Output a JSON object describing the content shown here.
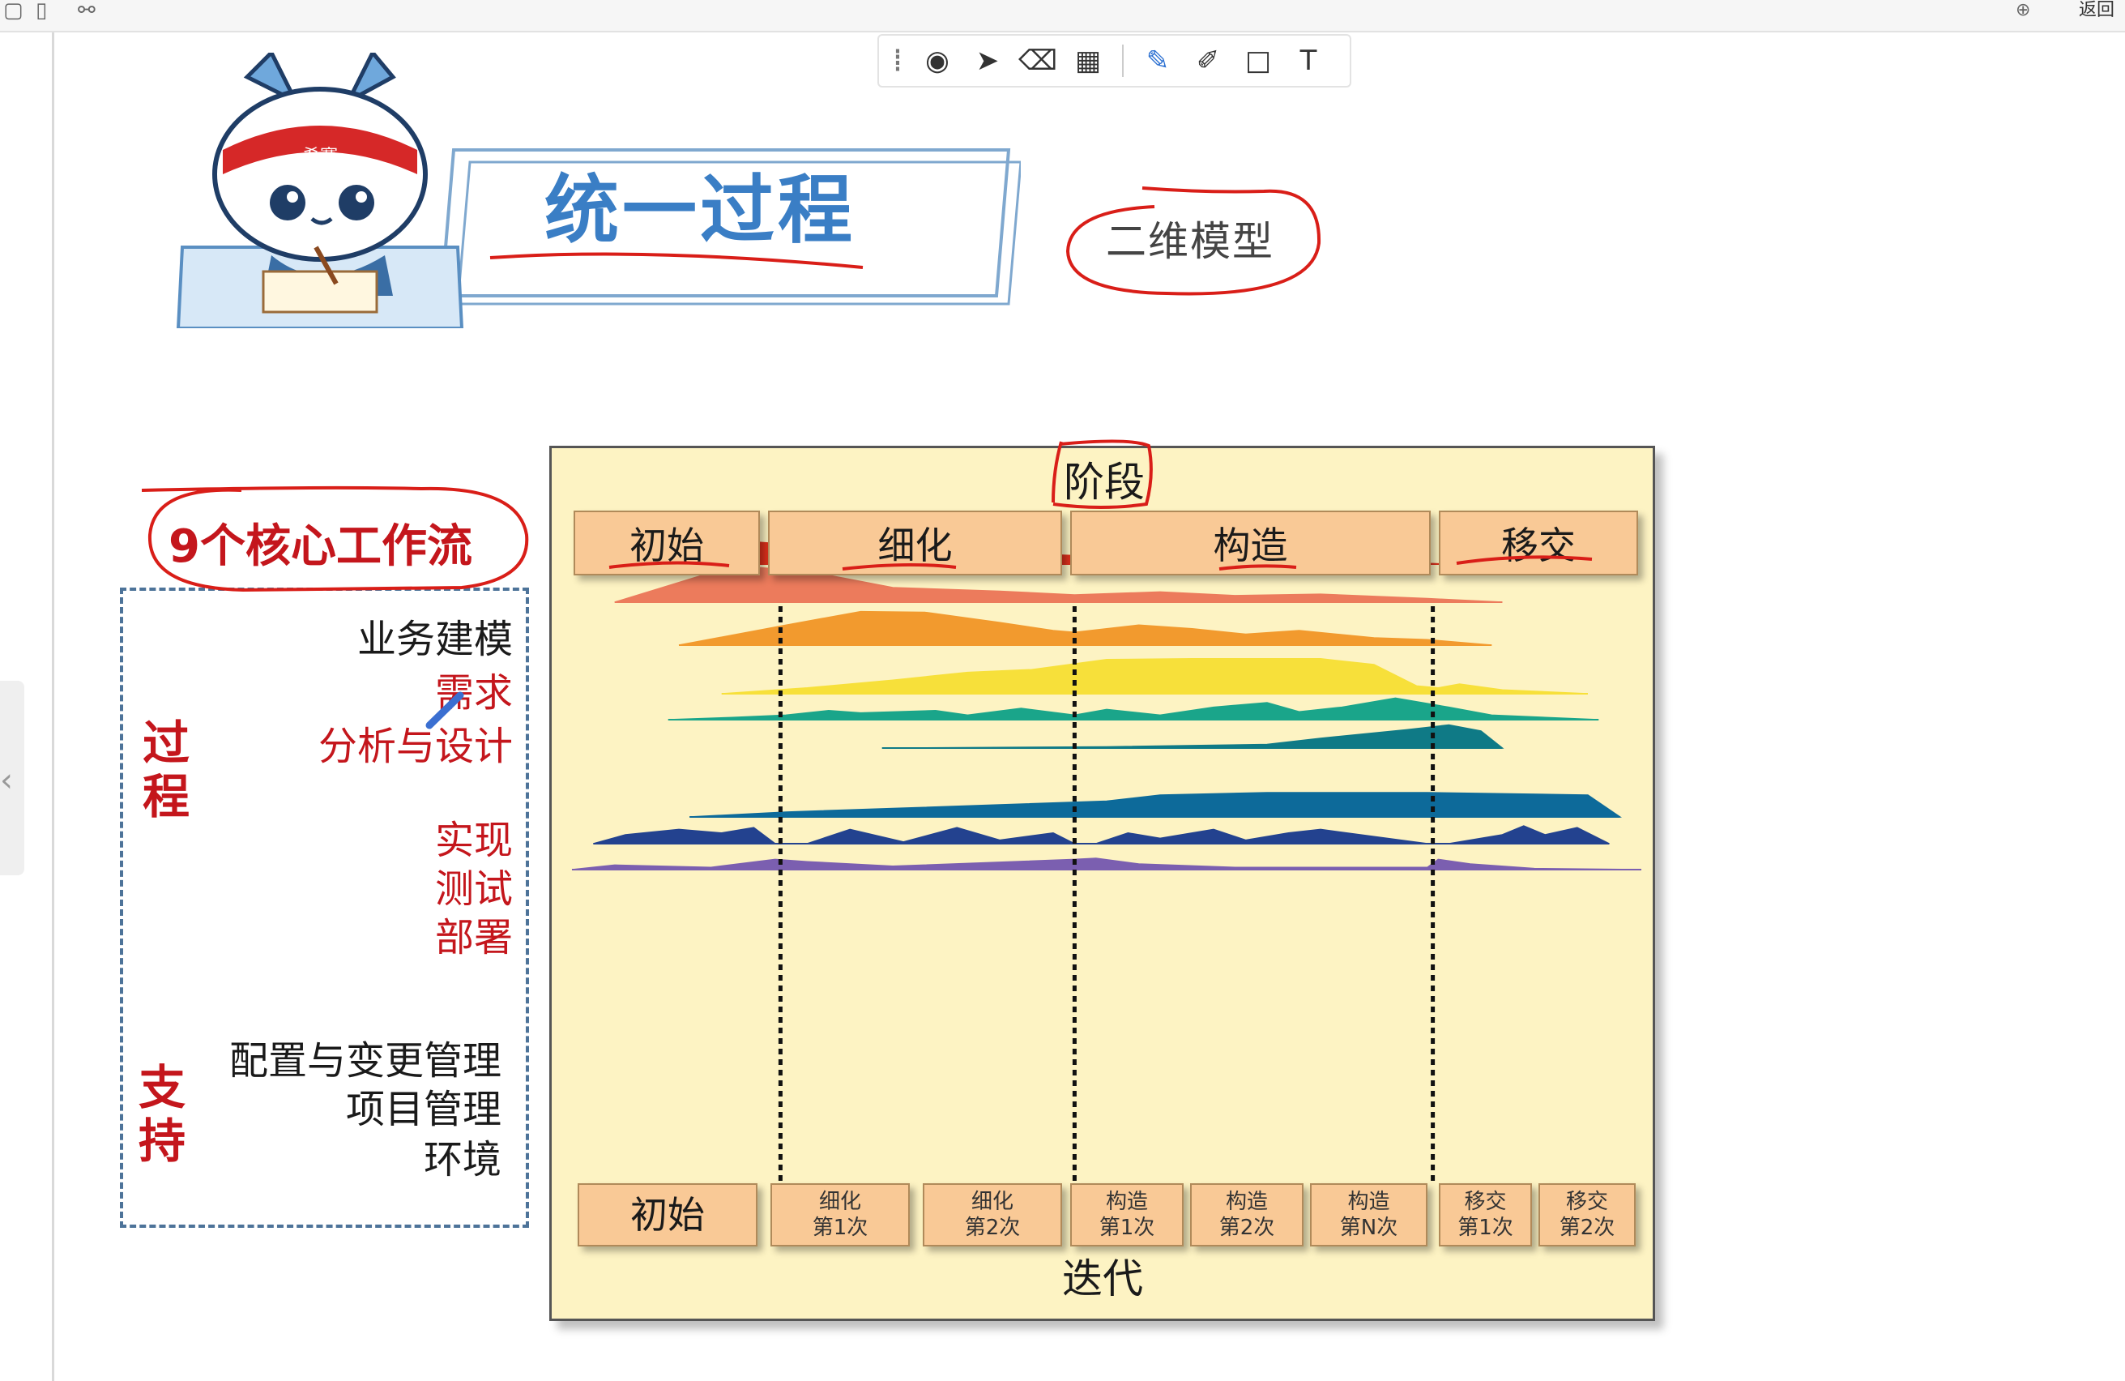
{
  "topbar": {
    "right_text": "返回"
  },
  "toolbar": {
    "tools": [
      "record-icon",
      "pointer-icon",
      "eraser-icon",
      "clear-icon",
      "pen-icon",
      "highlighter-icon",
      "rectangle-icon",
      "text-icon"
    ],
    "text_tool_label": "T"
  },
  "slide": {
    "mascot_band_text": "希赛",
    "title": "统一过程",
    "annotation_note": "二维模型"
  },
  "workflows": {
    "heading": "9个核心工作流",
    "process_label": "过程",
    "support_label": "支持",
    "process_items": [
      "业务建模",
      "需求",
      "分析与设计",
      "实现",
      "测试",
      "部署"
    ],
    "support_items": [
      "配置与变更管理",
      "项目管理",
      "环境"
    ]
  },
  "chart_data": {
    "type": "area",
    "title": "阶段",
    "xlabel": "迭代",
    "phases": [
      "初始",
      "细化",
      "构造",
      "移交"
    ],
    "iterations": [
      {
        "line1": "初始",
        "line2": ""
      },
      {
        "line1": "细化",
        "line2": "第1次"
      },
      {
        "line1": "细化",
        "line2": "第2次"
      },
      {
        "line1": "构造",
        "line2": "第1次"
      },
      {
        "line1": "构造",
        "line2": "第2次"
      },
      {
        "line1": "构造",
        "line2": "第N次"
      },
      {
        "line1": "移交",
        "line2": "第1次"
      },
      {
        "line1": "移交",
        "line2": "第2次"
      }
    ],
    "phase_boundaries": [
      0.195,
      0.47,
      0.805
    ],
    "series_colors": [
      "#e0311c",
      "#ec7b5c",
      "#f29a2e",
      "#f7e03a",
      "#1aa58a",
      "#0f7a86",
      "#0d6a9a",
      "#23428f",
      "#7b5fb0"
    ],
    "series": [
      {
        "name": "业务建模",
        "points": [
          [
            0.03,
            0
          ],
          [
            0.09,
            0.8
          ],
          [
            0.14,
            1.0
          ],
          [
            0.2,
            0.82
          ],
          [
            0.3,
            0.62
          ],
          [
            0.47,
            0.35
          ],
          [
            0.6,
            0.15
          ],
          [
            0.805,
            0.02
          ],
          [
            0.82,
            0
          ]
        ]
      },
      {
        "name": "需求",
        "points": [
          [
            0.04,
            0
          ],
          [
            0.12,
            0.72
          ],
          [
            0.15,
            1.0
          ],
          [
            0.22,
            0.85
          ],
          [
            0.3,
            0.4
          ],
          [
            0.4,
            0.3
          ],
          [
            0.47,
            0.2
          ],
          [
            0.55,
            0.28
          ],
          [
            0.62,
            0.18
          ],
          [
            0.7,
            0.22
          ],
          [
            0.8,
            0.1
          ],
          [
            0.87,
            0
          ]
        ]
      },
      {
        "name": "分析与设计",
        "points": [
          [
            0.1,
            0
          ],
          [
            0.2,
            0.55
          ],
          [
            0.27,
            0.92
          ],
          [
            0.33,
            0.9
          ],
          [
            0.4,
            0.62
          ],
          [
            0.45,
            0.4
          ],
          [
            0.47,
            0.35
          ],
          [
            0.53,
            0.55
          ],
          [
            0.58,
            0.45
          ],
          [
            0.63,
            0.3
          ],
          [
            0.68,
            0.4
          ],
          [
            0.75,
            0.2
          ],
          [
            0.8,
            0.15
          ],
          [
            0.86,
            0
          ]
        ]
      },
      {
        "name": "实现",
        "points": [
          [
            0.14,
            0
          ],
          [
            0.22,
            0.15
          ],
          [
            0.3,
            0.35
          ],
          [
            0.37,
            0.55
          ],
          [
            0.43,
            0.62
          ],
          [
            0.5,
            0.88
          ],
          [
            0.58,
            0.9
          ],
          [
            0.7,
            0.9
          ],
          [
            0.75,
            0.75
          ],
          [
            0.79,
            0.2
          ],
          [
            0.81,
            0.15
          ],
          [
            0.83,
            0.25
          ],
          [
            0.87,
            0.1
          ],
          [
            0.95,
            0
          ]
        ]
      },
      {
        "name": "测试",
        "points": [
          [
            0.09,
            0
          ],
          [
            0.15,
            0.1
          ],
          [
            0.2,
            0.2
          ],
          [
            0.24,
            0.4
          ],
          [
            0.27,
            0.3
          ],
          [
            0.34,
            0.4
          ],
          [
            0.37,
            0.2
          ],
          [
            0.42,
            0.5
          ],
          [
            0.47,
            0.2
          ],
          [
            0.5,
            0.45
          ],
          [
            0.55,
            0.2
          ],
          [
            0.6,
            0.55
          ],
          [
            0.65,
            0.75
          ],
          [
            0.68,
            0.35
          ],
          [
            0.72,
            0.55
          ],
          [
            0.77,
            0.95
          ],
          [
            0.82,
            0.55
          ],
          [
            0.86,
            0.2
          ],
          [
            0.96,
            0
          ]
        ]
      },
      {
        "name": "部署",
        "points": [
          [
            0.29,
            0
          ],
          [
            0.5,
            0.05
          ],
          [
            0.65,
            0.15
          ],
          [
            0.7,
            0.4
          ],
          [
            0.78,
            0.75
          ],
          [
            0.82,
            0.95
          ],
          [
            0.85,
            0.7
          ],
          [
            0.87,
            0
          ]
        ]
      },
      {
        "name": "配置与变更管理",
        "points": [
          [
            0.11,
            0
          ],
          [
            0.2,
            0.2
          ],
          [
            0.3,
            0.35
          ],
          [
            0.4,
            0.5
          ],
          [
            0.5,
            0.65
          ],
          [
            0.55,
            0.9
          ],
          [
            0.65,
            1.0
          ],
          [
            0.8,
            1.0
          ],
          [
            0.95,
            0.9
          ],
          [
            0.98,
            0
          ]
        ]
      },
      {
        "name": "项目管理",
        "points": [
          [
            0.02,
            0
          ],
          [
            0.05,
            0.5
          ],
          [
            0.1,
            0.8
          ],
          [
            0.14,
            0.6
          ],
          [
            0.17,
            0.9
          ],
          [
            0.19,
            0
          ],
          [
            0.22,
            0
          ],
          [
            0.26,
            0.8
          ],
          [
            0.31,
            0.1
          ],
          [
            0.36,
            0.9
          ],
          [
            0.4,
            0.2
          ],
          [
            0.45,
            0.6
          ],
          [
            0.47,
            0
          ],
          [
            0.49,
            0
          ],
          [
            0.52,
            0.6
          ],
          [
            0.55,
            0.3
          ],
          [
            0.6,
            0.8
          ],
          [
            0.63,
            0.2
          ],
          [
            0.67,
            0.6
          ],
          [
            0.7,
            0.8
          ],
          [
            0.8,
            0
          ],
          [
            0.82,
            0
          ],
          [
            0.87,
            0.5
          ],
          [
            0.89,
            1.0
          ],
          [
            0.91,
            0.5
          ],
          [
            0.94,
            0.9
          ],
          [
            0.97,
            0
          ]
        ]
      },
      {
        "name": "环境",
        "points": [
          [
            0.0,
            0
          ],
          [
            0.04,
            0.4
          ],
          [
            0.13,
            0.2
          ],
          [
            0.19,
            0.9
          ],
          [
            0.22,
            0.7
          ],
          [
            0.3,
            0.3
          ],
          [
            0.47,
            0.9
          ],
          [
            0.49,
            1.0
          ],
          [
            0.53,
            0.5
          ],
          [
            0.62,
            0.2
          ],
          [
            0.8,
            0.2
          ],
          [
            0.81,
            0.9
          ],
          [
            0.84,
            0.5
          ],
          [
            0.9,
            0.1
          ],
          [
            1.0,
            0
          ]
        ]
      }
    ]
  }
}
